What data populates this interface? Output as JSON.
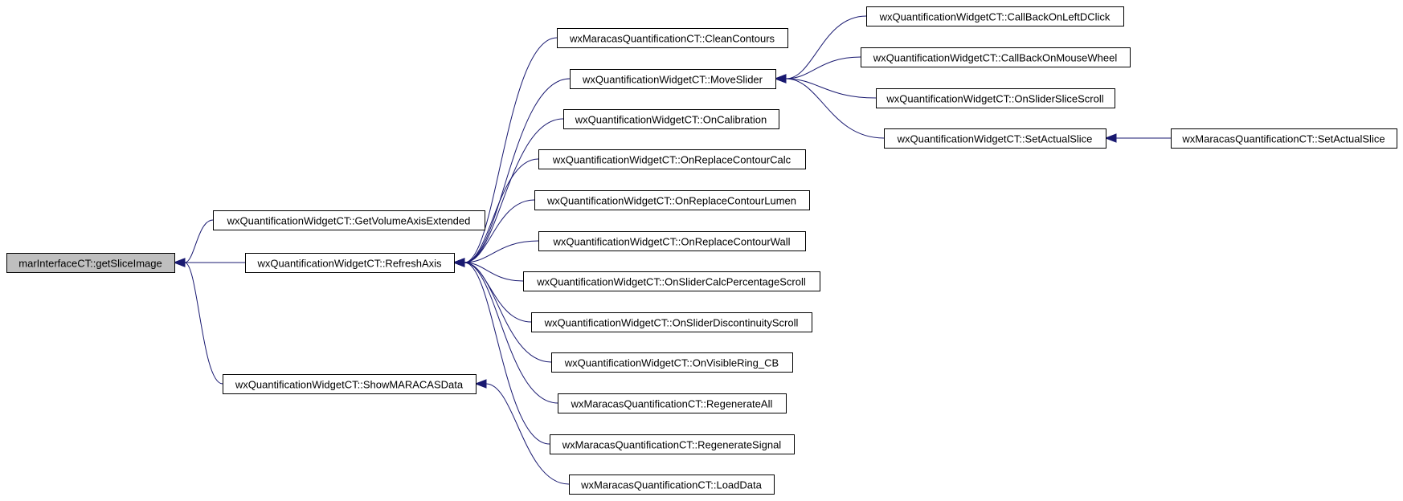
{
  "graph": {
    "nodes": [
      {
        "id": "n0",
        "label": "marInterfaceCT::getSliceImage",
        "root": true
      },
      {
        "id": "n1",
        "label": "wxQuantificationWidgetCT::GetVolumeAxisExtended"
      },
      {
        "id": "n2",
        "label": "wxQuantificationWidgetCT::RefreshAxis"
      },
      {
        "id": "n3",
        "label": "wxQuantificationWidgetCT::ShowMARACASData"
      },
      {
        "id": "n4",
        "label": "wxMaracasQuantificationCT::CleanContours"
      },
      {
        "id": "n5",
        "label": "wxQuantificationWidgetCT::MoveSlider"
      },
      {
        "id": "n6",
        "label": "wxQuantificationWidgetCT::OnCalibration"
      },
      {
        "id": "n7",
        "label": "wxQuantificationWidgetCT::OnReplaceContourCalc"
      },
      {
        "id": "n8",
        "label": "wxQuantificationWidgetCT::OnReplaceContourLumen"
      },
      {
        "id": "n9",
        "label": "wxQuantificationWidgetCT::OnReplaceContourWall"
      },
      {
        "id": "n10",
        "label": "wxQuantificationWidgetCT::OnSliderCalcPercentageScroll"
      },
      {
        "id": "n11",
        "label": "wxQuantificationWidgetCT::OnSliderDiscontinuityScroll"
      },
      {
        "id": "n12",
        "label": "wxQuantificationWidgetCT::OnVisibleRing_CB"
      },
      {
        "id": "n13",
        "label": "wxMaracasQuantificationCT::RegenerateAll"
      },
      {
        "id": "n14",
        "label": "wxMaracasQuantificationCT::RegenerateSignal"
      },
      {
        "id": "n15",
        "label": "wxMaracasQuantificationCT::LoadData"
      },
      {
        "id": "n16",
        "label": "wxQuantificationWidgetCT::CallBackOnLeftDClick"
      },
      {
        "id": "n17",
        "label": "wxQuantificationWidgetCT::CallBackOnMouseWheel"
      },
      {
        "id": "n18",
        "label": "wxQuantificationWidgetCT::OnSliderSliceScroll"
      },
      {
        "id": "n19",
        "label": "wxQuantificationWidgetCT::SetActualSlice"
      },
      {
        "id": "n20",
        "label": "wxMaracasQuantificationCT::SetActualSlice"
      }
    ],
    "edges": [
      {
        "from": "n1",
        "to": "n0"
      },
      {
        "from": "n2",
        "to": "n0"
      },
      {
        "from": "n3",
        "to": "n0"
      },
      {
        "from": "n4",
        "to": "n2"
      },
      {
        "from": "n5",
        "to": "n2"
      },
      {
        "from": "n6",
        "to": "n2"
      },
      {
        "from": "n7",
        "to": "n2"
      },
      {
        "from": "n8",
        "to": "n2"
      },
      {
        "from": "n9",
        "to": "n2"
      },
      {
        "from": "n10",
        "to": "n2"
      },
      {
        "from": "n11",
        "to": "n2"
      },
      {
        "from": "n12",
        "to": "n2"
      },
      {
        "from": "n13",
        "to": "n2"
      },
      {
        "from": "n14",
        "to": "n2"
      },
      {
        "from": "n15",
        "to": "n3"
      },
      {
        "from": "n16",
        "to": "n5"
      },
      {
        "from": "n17",
        "to": "n5"
      },
      {
        "from": "n18",
        "to": "n5"
      },
      {
        "from": "n19",
        "to": "n5"
      },
      {
        "from": "n20",
        "to": "n19"
      }
    ],
    "colors": {
      "edge": "#191970",
      "root_fill": "#bfbfbf",
      "node_fill": "#ffffff",
      "border": "#000000"
    }
  }
}
